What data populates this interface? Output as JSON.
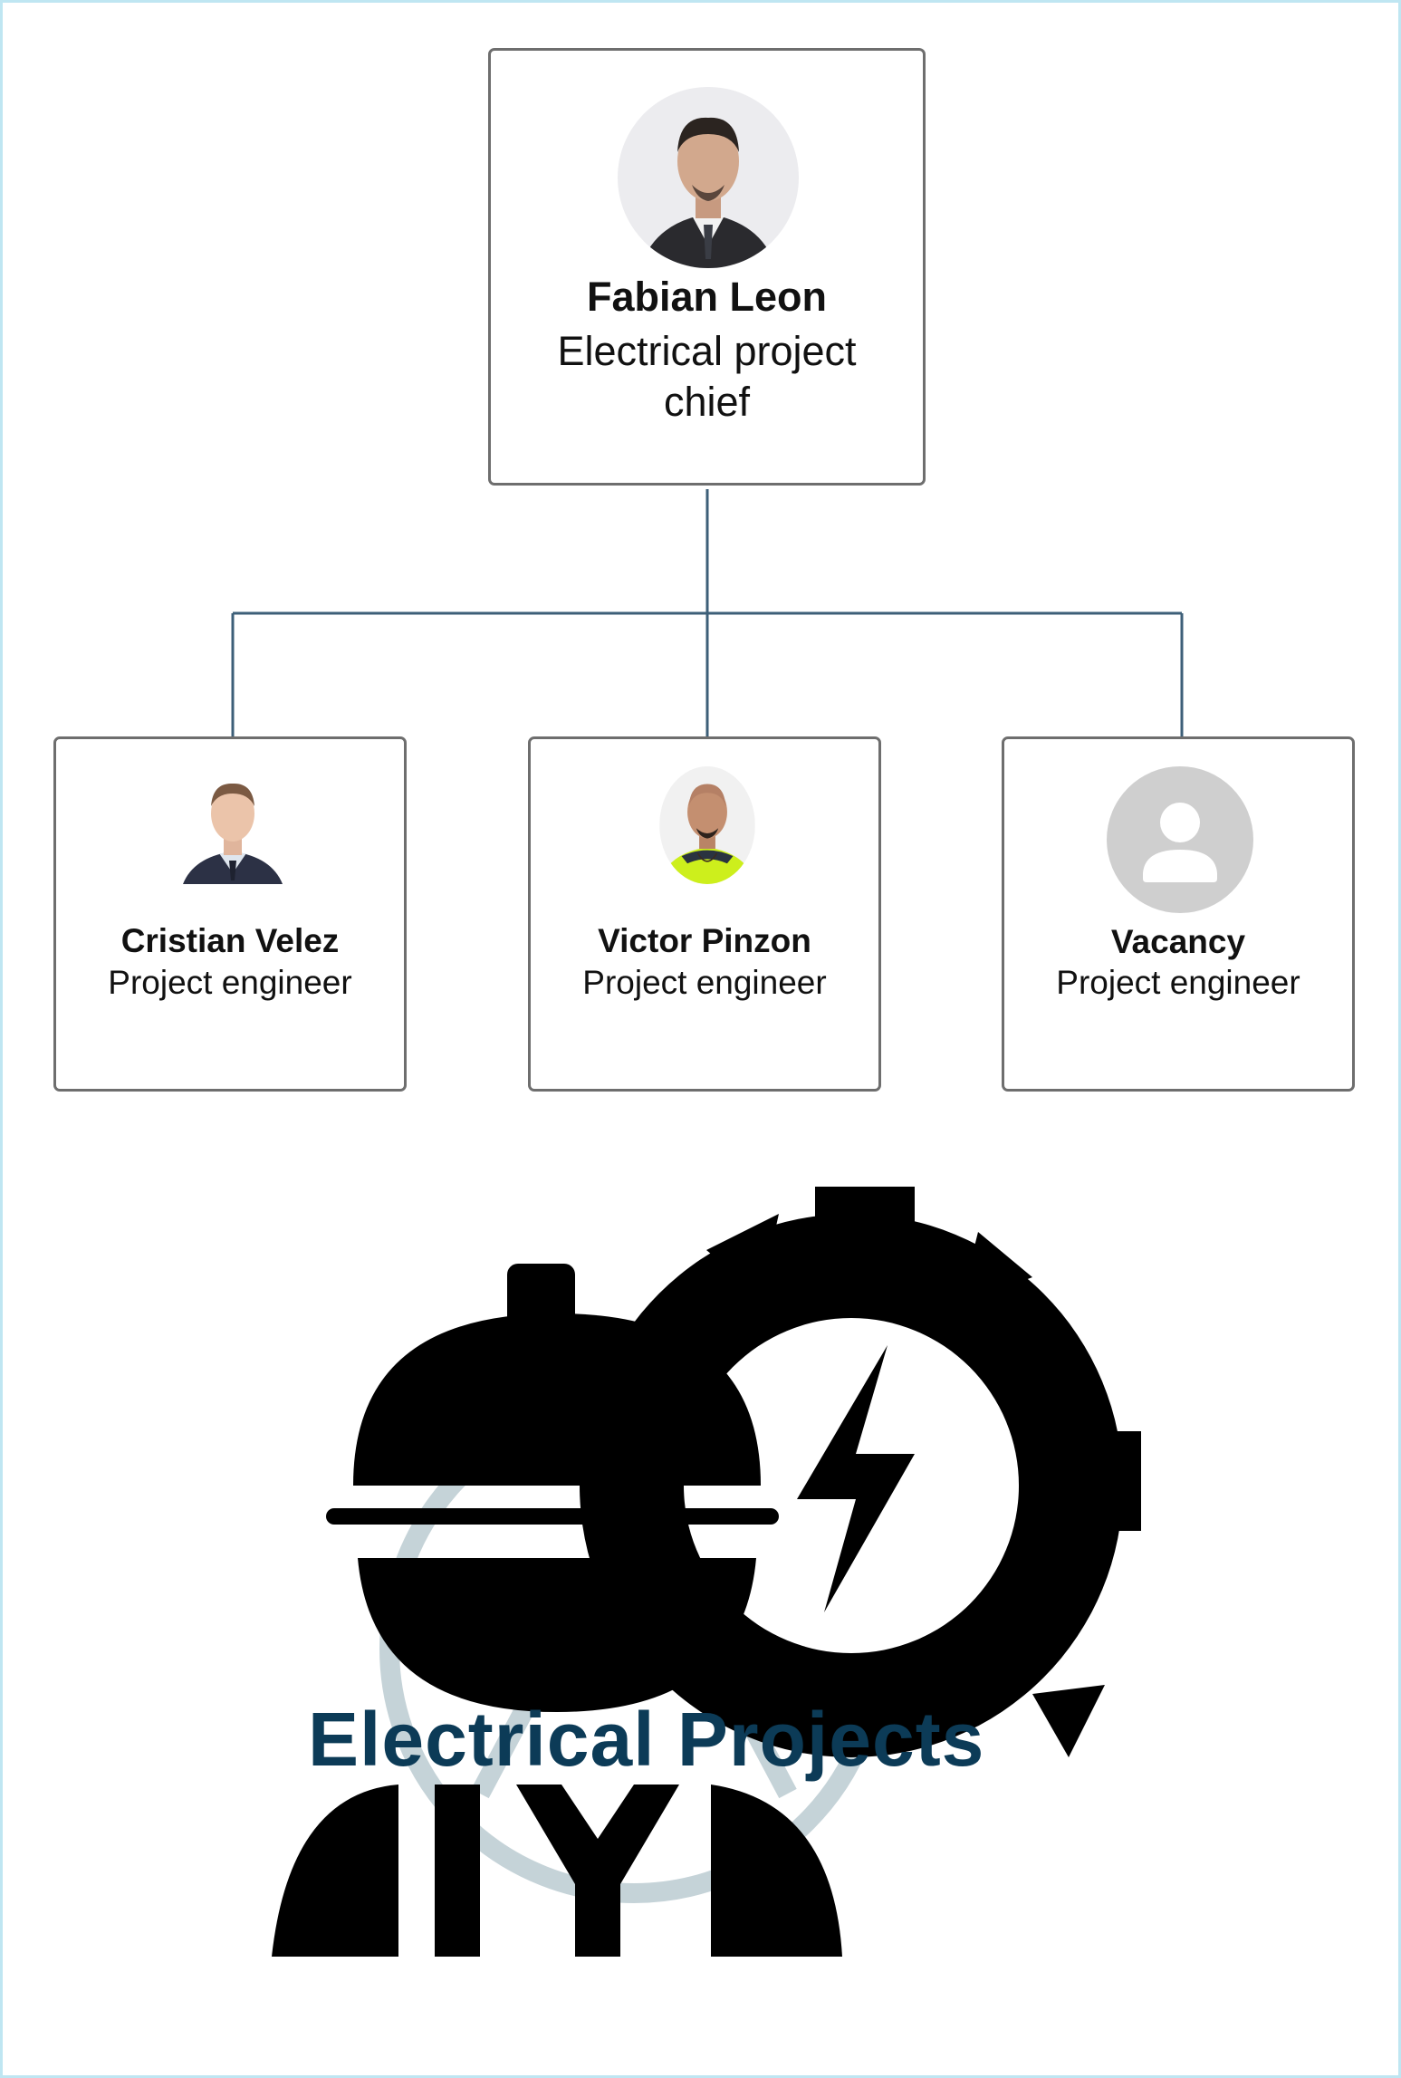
{
  "chart": {
    "root": {
      "name": "Fabian Leon",
      "role": "Electrical project chief"
    },
    "children": [
      {
        "name": "Cristian Velez",
        "role": "Project engineer"
      },
      {
        "name": "Victor Pinzon",
        "role": "Project engineer"
      },
      {
        "name": "Vacancy",
        "role": "Project engineer"
      }
    ]
  },
  "logo": {
    "text": "Electrical Projects",
    "icon": "engineer-with-gear-lightning-icon"
  },
  "colors": {
    "frame": "#bfe6f2",
    "connector": "#3d5f78",
    "card_border": "#6e6e6e",
    "logo_text": "#0c3b57",
    "logo_watermark": "#c5d3d8"
  }
}
